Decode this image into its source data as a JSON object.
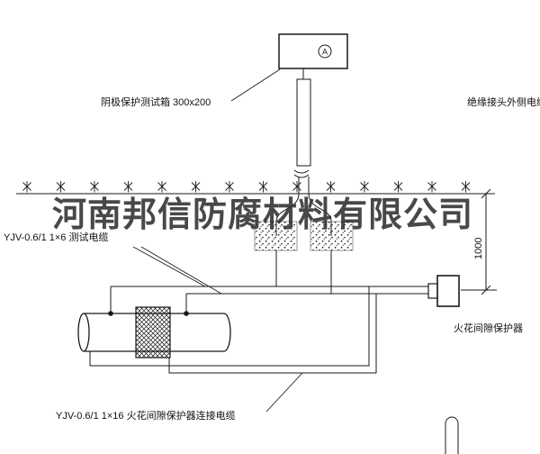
{
  "watermark": {
    "text": "河南邦信防腐材料有限公司"
  },
  "labels": {
    "test_box": "阴极保护测试箱 300x200",
    "outer_cable": "绝缘接头外侧电缆",
    "test_cable": "YJV-0.6/1 1×6 测试电缆",
    "spark_protector": "火花间隙保护器",
    "spark_cable": "YJV-0.6/1 1×16 火花间隙保护器连接电缆",
    "dimension_1000": "1000",
    "meter_symbol": "A"
  },
  "colors": {
    "line": "#1a1a1a",
    "watermark": "#2f2f2f",
    "background": "#ffffff"
  }
}
